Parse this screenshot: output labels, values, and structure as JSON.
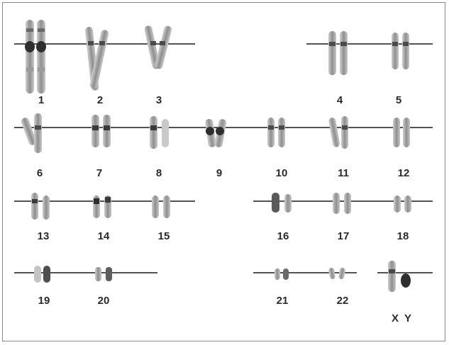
{
  "figure": {
    "background": "#ffffff",
    "border_color": "#8a8a8a",
    "line_color": "#1a1a1a",
    "chromosome_dark": "#3f3f3f",
    "chromosome_light": "#b8b8b8",
    "labels": {
      "c1": "1",
      "c2": "2",
      "c3": "3",
      "c4": "4",
      "c5": "5",
      "c6": "6",
      "c7": "7",
      "c8": "8",
      "c9": "9",
      "c10": "10",
      "c11": "11",
      "c12": "12",
      "c13": "13",
      "c14": "14",
      "c15": "15",
      "c16": "16",
      "c17": "17",
      "c18": "18",
      "c19": "19",
      "c20": "20",
      "c21": "21",
      "c22": "22",
      "sex": "X Y"
    }
  }
}
